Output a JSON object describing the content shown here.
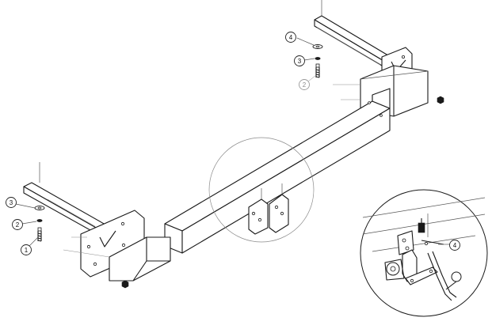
{
  "diagram": {
    "callouts": {
      "left_bolt": "1",
      "left_spring_washer": "2",
      "left_flat_washer": "3",
      "right_bolt": "2",
      "right_spring_washer": "3",
      "right_flat_washer": "4",
      "detail_item": "4"
    },
    "colors": {
      "line": "#1a1a1a",
      "faint_callout": "#9a9a9a",
      "background": "#ffffff"
    }
  }
}
